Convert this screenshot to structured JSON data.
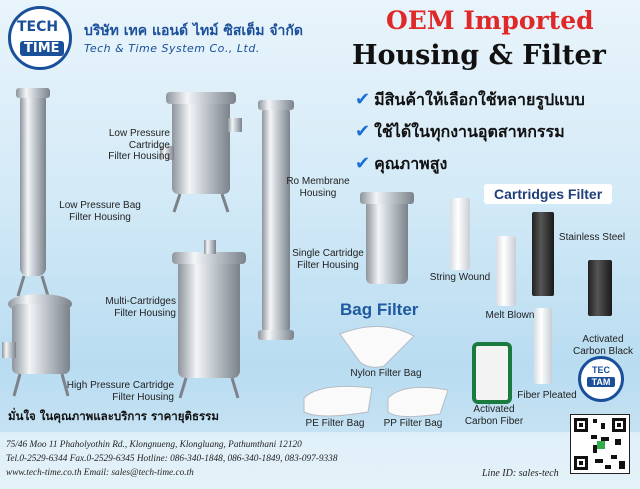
{
  "header": {
    "logo": {
      "top_text": "TECH",
      "bottom_text": "TIME"
    },
    "company_th": "บริษัท เทค แอนด์ ไทม์ ซิสเต็ม จำกัด",
    "company_en": "Tech & Time System Co., Ltd.",
    "title_line1": "OEM Imported",
    "title_line2": "Housing & Filter"
  },
  "features": [
    "มีสินค้าให้เลือกใช้หลายรูปแบบ",
    "ใช้ได้ในทุกงานอุตสาหกรรม",
    "คุณภาพสูง"
  ],
  "products": {
    "low_pressure_cartridge": "Low Pressure Cartridge\nFilter Housing",
    "low_pressure_bag": "Low Pressure Bag\nFilter Housing",
    "ro_membrane": "Ro Membrane\nHousing",
    "single_cartridge": "Single Cartridge\nFilter Housing",
    "multi_cartridges": "Multi-Cartridges\nFilter Housing",
    "high_pressure_cartridge": "High Pressure Cartridge\nFilter Housing"
  },
  "cartridges": {
    "title": "Cartridges Filter",
    "string_wound": "String Wound",
    "stainless_steel": "Stainless Steel",
    "melt_blown": "Melt Blown",
    "activated_carbon_black": "Activated\nCarbon Black",
    "activated_carbon_fiber": "Activated\nCarbon Fiber",
    "fiber_pleated": "Fiber Pleated"
  },
  "bag_filter": {
    "title": "Bag Filter",
    "nylon": "Nylon Filter Bag",
    "pe": "PE Filter Bag",
    "pp": "PP Filter Bag"
  },
  "badge": {
    "top": "TEC",
    "bottom": "TAM"
  },
  "slogan": "มั่นใจ ในคุณภาพและบริการ ราคายุติธรรม",
  "footer": {
    "address": "75/46 Moo 11 Phaholyothin Rd., Klongnueng, Klongluang, Pathumthani 12120",
    "phones": "Tel.0-2529-6344 Fax.0-2529-6345 Hotline: 086-340-1848, 086-340-1849, 083-097-9338",
    "web_email": "www.tech-time.co.th Email: sales@tech-time.co.th",
    "line_id": "Line ID: sales-tech"
  },
  "colors": {
    "brand_blue": "#1a4f9a",
    "title_red": "#e02828",
    "check_blue": "#1a6fd6",
    "steel": "#c9ced4"
  }
}
